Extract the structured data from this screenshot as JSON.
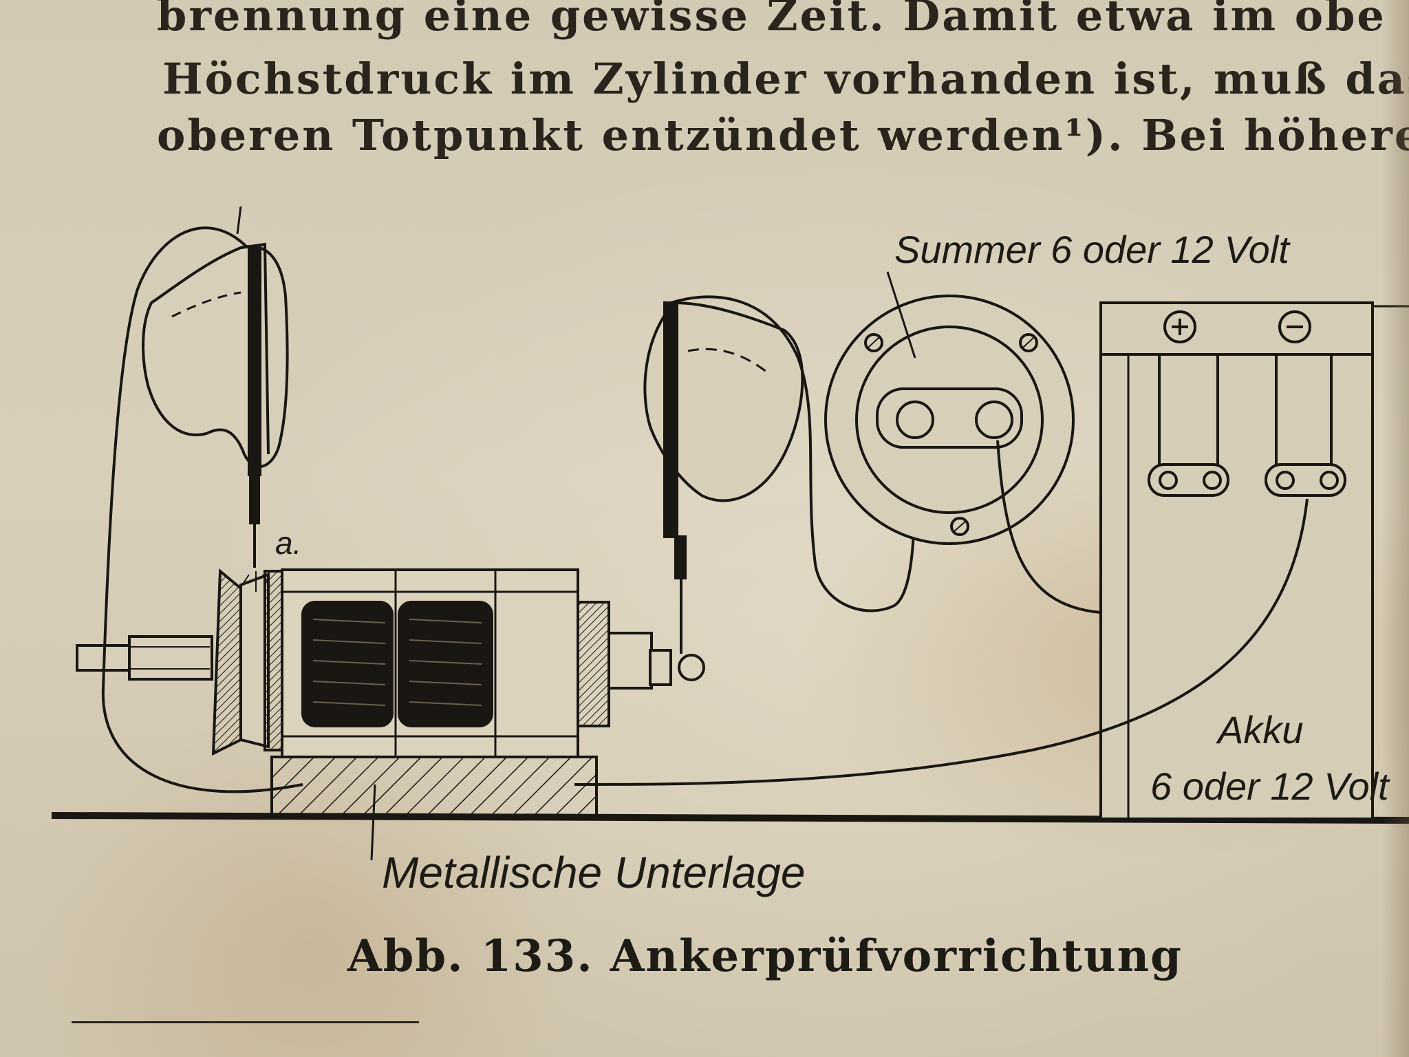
{
  "body_text": {
    "line1": "brennung eine gewisse Zeit.  Damit etwa im obe",
    "line2": "Höchstdruck im Zylinder vorhanden ist, muß das",
    "line3": "oberen Totpunkt entzündet werden¹).  Bei höhere"
  },
  "figure": {
    "label_buzzer": "Summer 6 oder 12 Volt",
    "label_battery_name": "Akku",
    "label_battery_voltage": "6 oder 12 Volt",
    "label_base": "Metallische Unterlage",
    "label_point": "a.",
    "label_plus": "+",
    "label_minus": "−"
  },
  "caption": "Abb. 133.  Ankerprüfvorrichtung"
}
